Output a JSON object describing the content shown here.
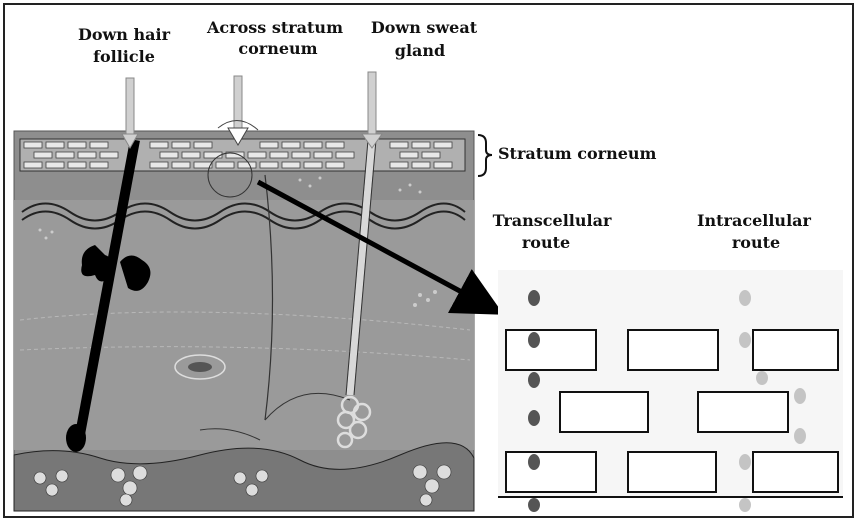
{
  "labels": {
    "hair_follicle_line1": "Down hair",
    "hair_follicle_line2": "follicle",
    "stratum_line1": "Across stratum",
    "stratum_line2": "corneum",
    "sweat_line1": "Down sweat",
    "sweat_line2": "gland",
    "stratum_corneum": "Stratum corneum",
    "transcellular_line1": "Transcellular",
    "transcellular_line2": "route",
    "intracellular_line1": "Intracellular",
    "intracellular_line2": "route"
  }
}
